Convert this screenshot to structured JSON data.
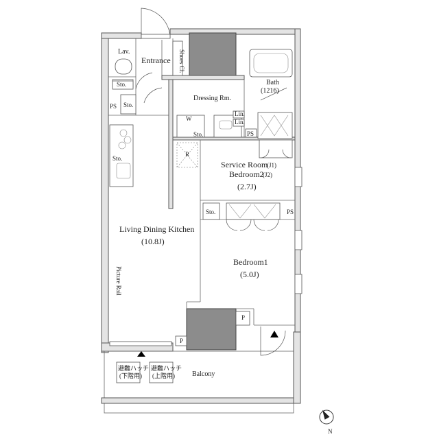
{
  "rooms": {
    "lav": "Lav.",
    "entrance": "Entrance",
    "shoes_cl": "Shoes Cl.",
    "bath": "Bath",
    "bath_size": "(1216)",
    "dressing": "Dressing Rm.",
    "service_room": "Service Room",
    "service_j": "(J1)",
    "bedroom2": "Bedroom2",
    "bedroom2_j": "(J2)",
    "bedroom2_size": "(2.7J)",
    "ldk": "Living Dining Kitchen",
    "ldk_size": "(10.8J)",
    "bedroom1": "Bedroom1",
    "bedroom1_size": "(5.0J)",
    "balcony": "Balcony",
    "picture_rail": "Picture Rail"
  },
  "marks": {
    "sto": "Sto.",
    "ps": "PS",
    "lin": "Lin.",
    "w": "W",
    "r": "R",
    "p": "P",
    "hatch_lower": "避難ハッチ (下階用)",
    "hatch_upper": "避難ハッチ (上階用)",
    "hatch_a_line1": "避難ハッチ",
    "hatch_a_line2": "(下階用)",
    "hatch_b_line1": "避難ハッチ",
    "hatch_b_line2": "(上階用)"
  },
  "compass": {
    "north": "N"
  },
  "icons": [
    "compass-north-icon",
    "door-swing-icon",
    "entry-arrow-icon",
    "stove-burner-icon",
    "bathtub-icon",
    "sink-icon",
    "toilet-icon"
  ]
}
